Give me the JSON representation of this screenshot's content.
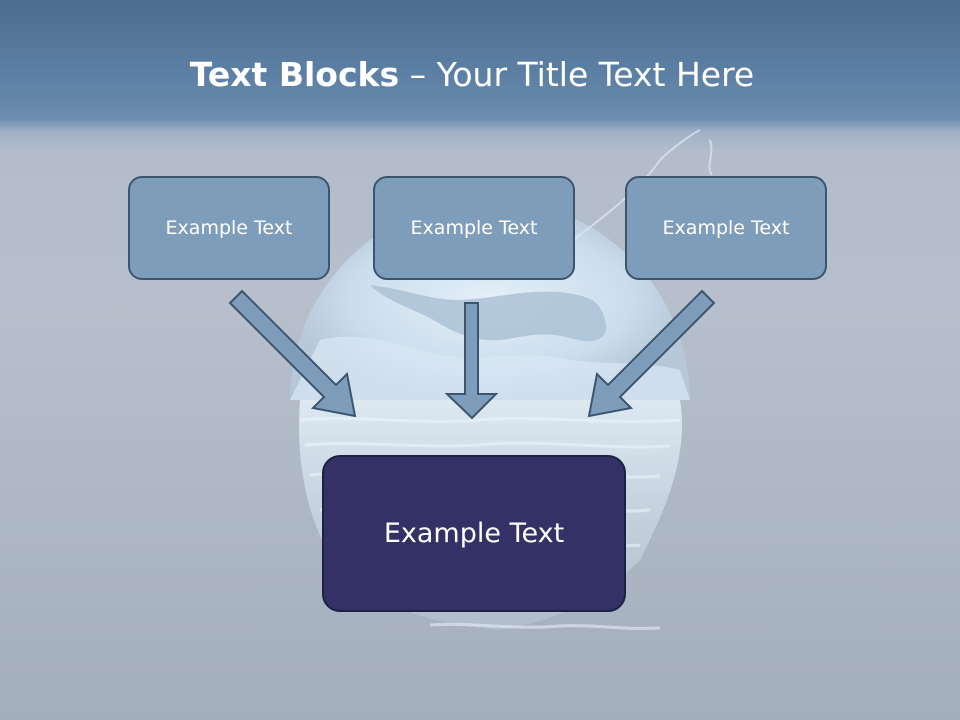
{
  "slide": {
    "title_bold": "Text Blocks",
    "title_rest": " – Your Title Text Here"
  },
  "blocks": {
    "top": [
      {
        "label": "Example Text"
      },
      {
        "label": "Example Text"
      },
      {
        "label": "Example Text"
      }
    ],
    "bottom": {
      "label": "Example Text"
    }
  },
  "colors": {
    "top_box_fill": "#7e9dbb",
    "top_box_border": "#3c556f",
    "bottom_box_fill": "#333166",
    "arrow_fill": "#7e9dbb",
    "arrow_stroke": "#3c556f"
  }
}
